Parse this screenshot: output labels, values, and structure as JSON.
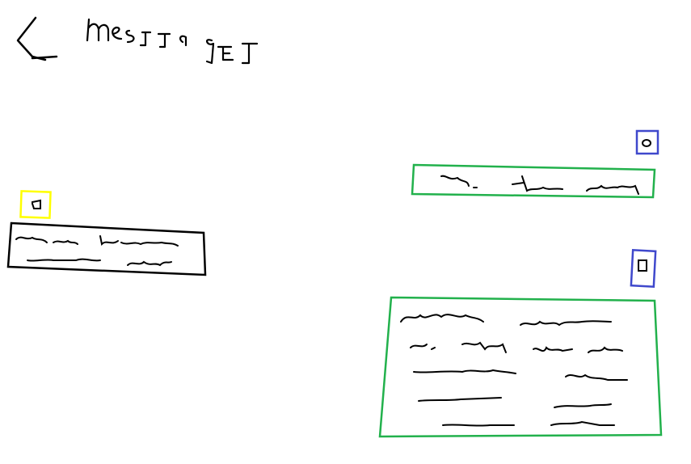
{
  "header": {
    "back_icon": "arrow-left-icon",
    "title": "messages"
  },
  "colors": {
    "incoming_border": "#000000",
    "incoming_avatar": "#ffff00",
    "outgoing_border": "#22b14c",
    "outgoing_avatar": "#3f48cc",
    "scribble": "#000000"
  },
  "messages": [
    {
      "direction": "outgoing",
      "avatar_icon": "avatar-icon"
    },
    {
      "direction": "incoming",
      "avatar_icon": "avatar-icon"
    },
    {
      "direction": "outgoing",
      "avatar_icon": "avatar-icon"
    }
  ]
}
